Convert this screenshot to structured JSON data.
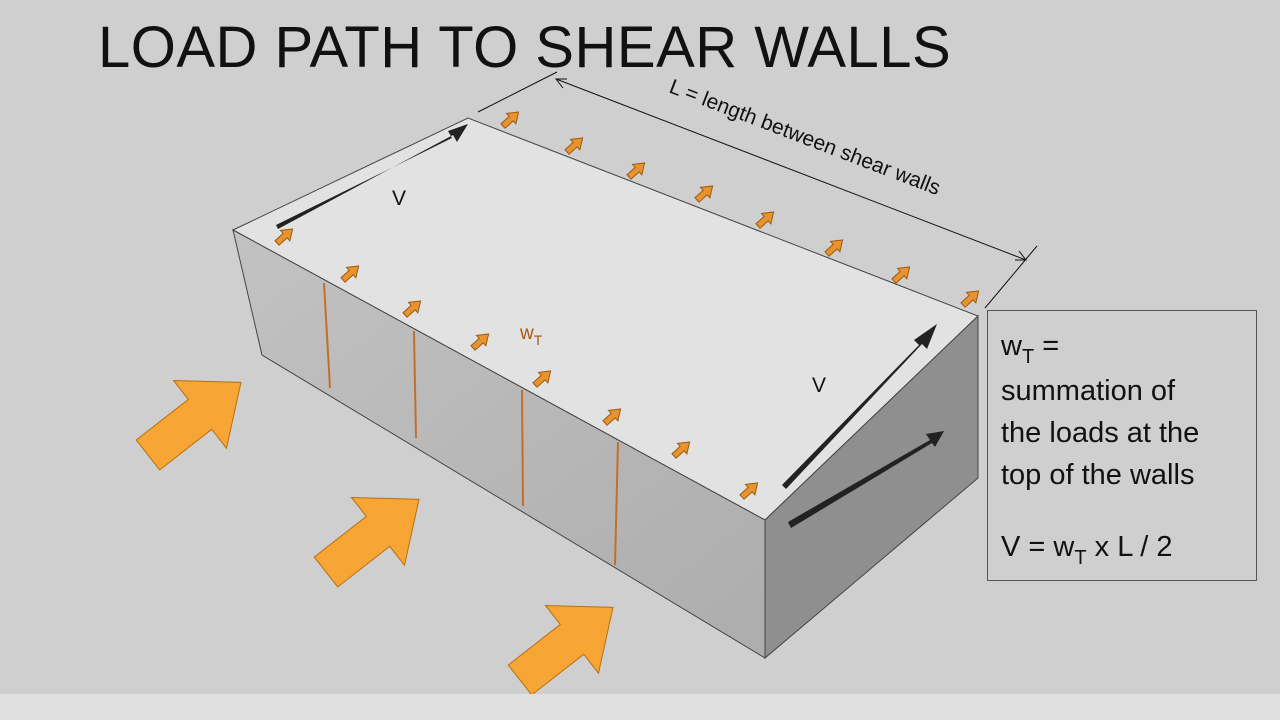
{
  "title": "LOAD PATH TO SHEAR WALLS",
  "diagram": {
    "dimension_label": "L = length between shear walls",
    "top_shear_label": "V",
    "right_shear_label": "V",
    "load_label": "w",
    "load_label_sub": "T",
    "colors": {
      "background": "#cfcfcf",
      "roof": "#e2e2e2",
      "wall_front": "#b9b9b9",
      "wall_side": "#8f8f8f",
      "studs": "#c0702a",
      "small_arrow": "#e8942e",
      "big_arrow": "#f7a535",
      "shear_arrow": "#222222"
    }
  },
  "legend": {
    "w_symbol": "w",
    "w_sub": "T",
    "equals": "=",
    "line1": "summation of",
    "line2": "the loads at the",
    "line3": "top of the walls",
    "formula_v": "V = ",
    "formula_w": "w",
    "formula_sub": "T",
    "formula_rest": " x L / 2"
  }
}
